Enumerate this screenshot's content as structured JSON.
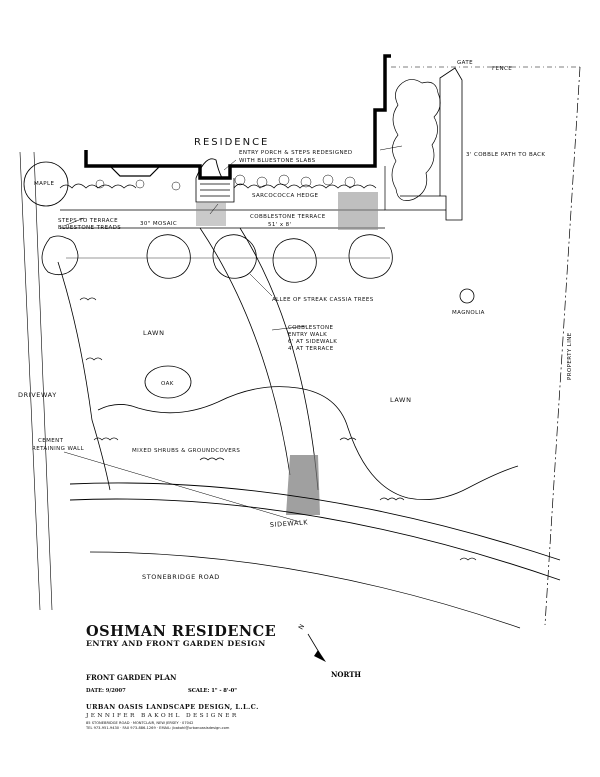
{
  "labels": {
    "residence": "RESIDENCE",
    "gate": "GATE",
    "fence": "FENCE",
    "entry_porch": "ENTRY PORCH & STEPS REDESIGNED",
    "entry_porch_2": "WITH BLUESTONE SLABS",
    "sarcococca": "SARCOCOCCA HEDGE",
    "cobble_path": "3' COBBLE PATH TO BACK",
    "maple": "MAPLE",
    "steps_terrace": "STEPS TO TERRACE",
    "steps_terrace_2": "BLUESTONE TREADS",
    "mosaic": "30\" MOSAIC",
    "cobble_terrace": "COBBLESTONE TERRACE",
    "cobble_terrace_dim": "51' x 8'",
    "allee": "ALLEE OF STREAK CASSIA TREES",
    "magnolia": "MAGNOLIA",
    "lawn_upper": "LAWN",
    "cobble_walk": "COBBLESTONE",
    "cobble_walk_2": "ENTRY WALK",
    "cobble_walk_3": "6' AT SIDEWALK",
    "cobble_walk_4": "4' AT TERRACE",
    "oak": "OAK",
    "driveway": "DRIVEWAY",
    "lawn_lower": "LAWN",
    "property_line": "PROPERTY LINE",
    "cement_wall": "CEMENT",
    "cement_wall_2": "RETAINING WALL",
    "mixed_shrubs": "MIXED SHRUBS & GROUNDCOVERS",
    "sidewalk": "SIDEWALK",
    "road": "STONEBRIDGE ROAD",
    "north_symbol": "N"
  },
  "title_block": {
    "title": "OSHMAN RESIDENCE",
    "subtitle": "ENTRY AND FRONT GARDEN DESIGN",
    "plan_name": "FRONT GARDEN PLAN",
    "north": "NORTH",
    "date": "DATE: 9/2007",
    "scale": "SCALE: 1\" - 8'-0\"",
    "firm": "URBAN OASIS LANDSCAPE DESIGN, L.L.C.",
    "designer": "JENNIFER BAKOHL DESIGNER",
    "address": "85 STONEBRIDGE ROAD · MONTCLAIR, NEW JERSEY · 07042",
    "contact": "TEL 973-951-9430 · FAX 973-886-1269 · EMAIL: jbakohl@urbanoasisdesign.com"
  }
}
